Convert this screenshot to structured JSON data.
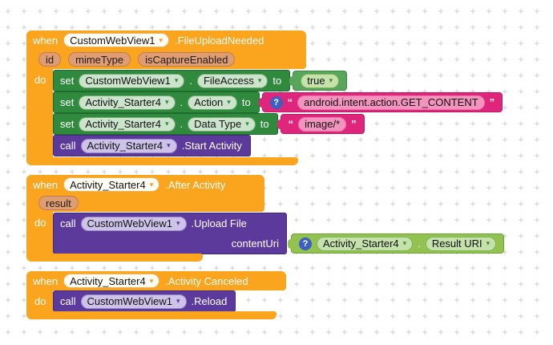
{
  "icons": {
    "dropdown": "▾",
    "help": "?",
    "grid_plus": "+"
  },
  "stack1": {
    "when": "when",
    "component": "CustomWebView1",
    "event": ".FileUploadNeeded",
    "params": [
      "id",
      "mimeType",
      "isCaptureEnabled"
    ],
    "do": "do",
    "set1": {
      "kw": "set",
      "component": "CustomWebView1",
      "sep": ".",
      "prop": "FileAccess",
      "to": "to",
      "value": "true"
    },
    "set2": {
      "kw": "set",
      "component": "Activity_Starter4",
      "sep": ".",
      "prop": "Action",
      "to": "to",
      "text": {
        "open": "“",
        "value": "android.intent.action.GET_CONTENT",
        "close": "”"
      }
    },
    "set3": {
      "kw": "set",
      "component": "Activity_Starter4",
      "sep": ".",
      "prop": "Data Type",
      "to": "to",
      "text": {
        "open": "“",
        "value": "image/*",
        "close": "”"
      }
    },
    "call1": {
      "kw": "call",
      "component": "Activity_Starter4",
      "method": ".Start Activity"
    }
  },
  "stack2": {
    "when": "when",
    "component": "Activity_Starter4",
    "event": ".After Activity",
    "params": [
      "result"
    ],
    "do": "do",
    "call1": {
      "kw": "call",
      "component": "CustomWebView1",
      "method": ".Upload File",
      "arg": "contentUri"
    },
    "getter": {
      "component": "Activity_Starter4",
      "sep": ".",
      "prop": "Result URI"
    }
  },
  "stack3": {
    "when": "when",
    "component": "Activity_Starter4",
    "event": ".Activity Canceled",
    "do": "do",
    "call1": {
      "kw": "call",
      "component": "CustomWebView1",
      "method": ".Reload"
    }
  },
  "colors": {
    "event_block": "#FBA41D",
    "setter_block": "#2F8A3D",
    "caller_block": "#5C3A9B",
    "text_block": "#E0257C",
    "logic_block": "#58A55C",
    "getter_block": "#92C24F",
    "help_icon": "#3D5FC2",
    "grid_mark": "#cbcbcb"
  }
}
